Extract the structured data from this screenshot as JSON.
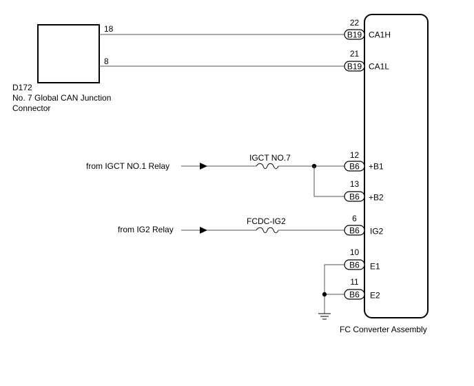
{
  "junction": {
    "code": "D172",
    "name_line1": "No. 7 Global CAN Junction",
    "name_line2": "Connector",
    "pin_ca1h": "18",
    "pin_ca1l": "8"
  },
  "assembly": {
    "name": "FC Converter Assembly"
  },
  "terminals": [
    {
      "pin": "22",
      "connector": "B19",
      "signal": "CA1H"
    },
    {
      "pin": "21",
      "connector": "B19",
      "signal": "CA1L"
    },
    {
      "pin": "12",
      "connector": "B6",
      "signal": "+B1"
    },
    {
      "pin": "13",
      "connector": "B6",
      "signal": "+B2"
    },
    {
      "pin": "6",
      "connector": "B6",
      "signal": "IG2"
    },
    {
      "pin": "10",
      "connector": "B6",
      "signal": "E1"
    },
    {
      "pin": "11",
      "connector": "B6",
      "signal": "E2"
    }
  ],
  "sources": {
    "igct_relay": "from IGCT NO.1 Relay",
    "ig2_relay": "from IG2 Relay"
  },
  "fuses": {
    "igct": "IGCT NO.7",
    "fcdc": "FCDC-IG2"
  }
}
